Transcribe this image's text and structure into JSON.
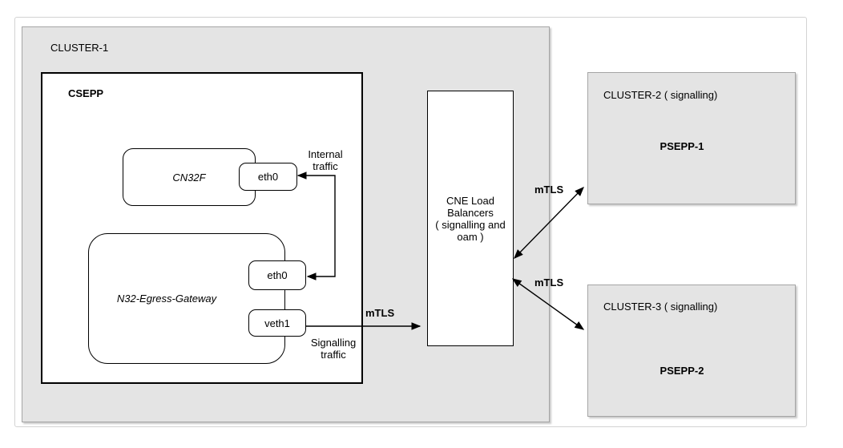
{
  "diagram_type": "network-architecture-diagram",
  "colors": {
    "cluster_fill": "#e4e4e4",
    "cluster_border": "#a5a5a5",
    "node_border": "#000000",
    "frame_border": "#d3d3d3",
    "line_color": "#000000"
  },
  "cluster1": {
    "title": "CLUSTER-1",
    "csepp": {
      "title": "CSEPP",
      "cn32f": {
        "label": "CN32F",
        "port": "eth0"
      },
      "gateway": {
        "label": "N32-Egress-Gateway",
        "port_eth0": "eth0",
        "port_veth1": "veth1"
      }
    }
  },
  "load_balancers": {
    "label": "CNE Load\nBalancers\n( signalling and\noam )"
  },
  "cluster2": {
    "title": "CLUSTER-2 ( signalling)",
    "node": "PSEPP-1"
  },
  "cluster3": {
    "title": "CLUSTER-3 ( signalling)",
    "node": "PSEPP-2"
  },
  "connections": {
    "internal": {
      "label": "Internal\ntraffic"
    },
    "signalling": {
      "mtls": "mTLS",
      "label": "Signalling\ntraffic"
    },
    "to_cluster2": {
      "mtls": "mTLS"
    },
    "to_cluster3": {
      "mtls": "mTLS"
    }
  }
}
